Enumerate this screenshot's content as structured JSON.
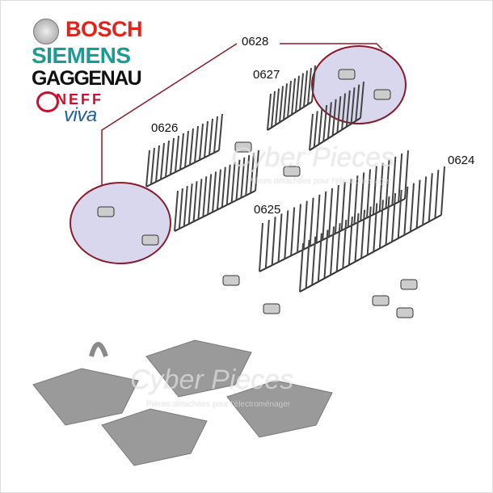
{
  "brands": {
    "bosch": "BOSCH",
    "siemens": "SIEMENS",
    "gaggenau": "GAGGENAU",
    "neff": "NEFF",
    "viva": "viva"
  },
  "part_refs": [
    "0628",
    "0627",
    "0626",
    "0625",
    "0624"
  ],
  "watermark": {
    "title": "Cyber Pieces",
    "subtitle": "Pièces détachées pour l'électroménager"
  },
  "colors": {
    "highlight_fill": "#d9d7ee",
    "highlight_stroke": "#8b1a2b",
    "part_grey": "#9a9a9a"
  }
}
